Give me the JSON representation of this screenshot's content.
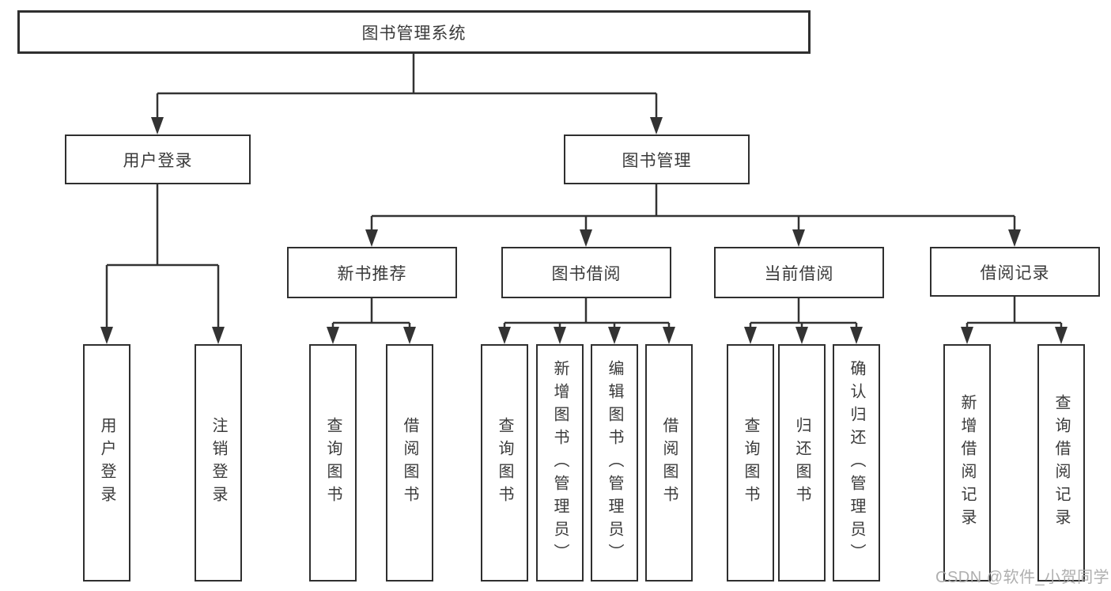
{
  "tree": {
    "label": "图书管理系统",
    "children": [
      {
        "label": "用户登录",
        "children": [
          {
            "label": "用户登录"
          },
          {
            "label": "注销登录"
          }
        ]
      },
      {
        "label": "图书管理",
        "children": [
          {
            "label": "新书推荐",
            "children": [
              {
                "label": "查询图书"
              },
              {
                "label": "借阅图书"
              }
            ]
          },
          {
            "label": "图书借阅",
            "children": [
              {
                "label": "查询图书"
              },
              {
                "label": "新增图书（管理员）"
              },
              {
                "label": "编辑图书（管理员）"
              },
              {
                "label": "借阅图书"
              }
            ]
          },
          {
            "label": "当前借阅",
            "children": [
              {
                "label": "查询图书"
              },
              {
                "label": "归还图书"
              },
              {
                "label": "确认归还（管理员）"
              }
            ]
          },
          {
            "label": "借阅记录",
            "children": [
              {
                "label": "新增借阅记录"
              },
              {
                "label": "查询借阅记录"
              }
            ]
          }
        ]
      }
    ]
  },
  "watermark": {
    "text": "CSDN @软件_小贺同学"
  },
  "colors": {
    "line": "#333333",
    "box_border": "#2f2f2f",
    "text": "#3a3a3a",
    "watermark": "#a8a8a8",
    "background": "#ffffff"
  }
}
